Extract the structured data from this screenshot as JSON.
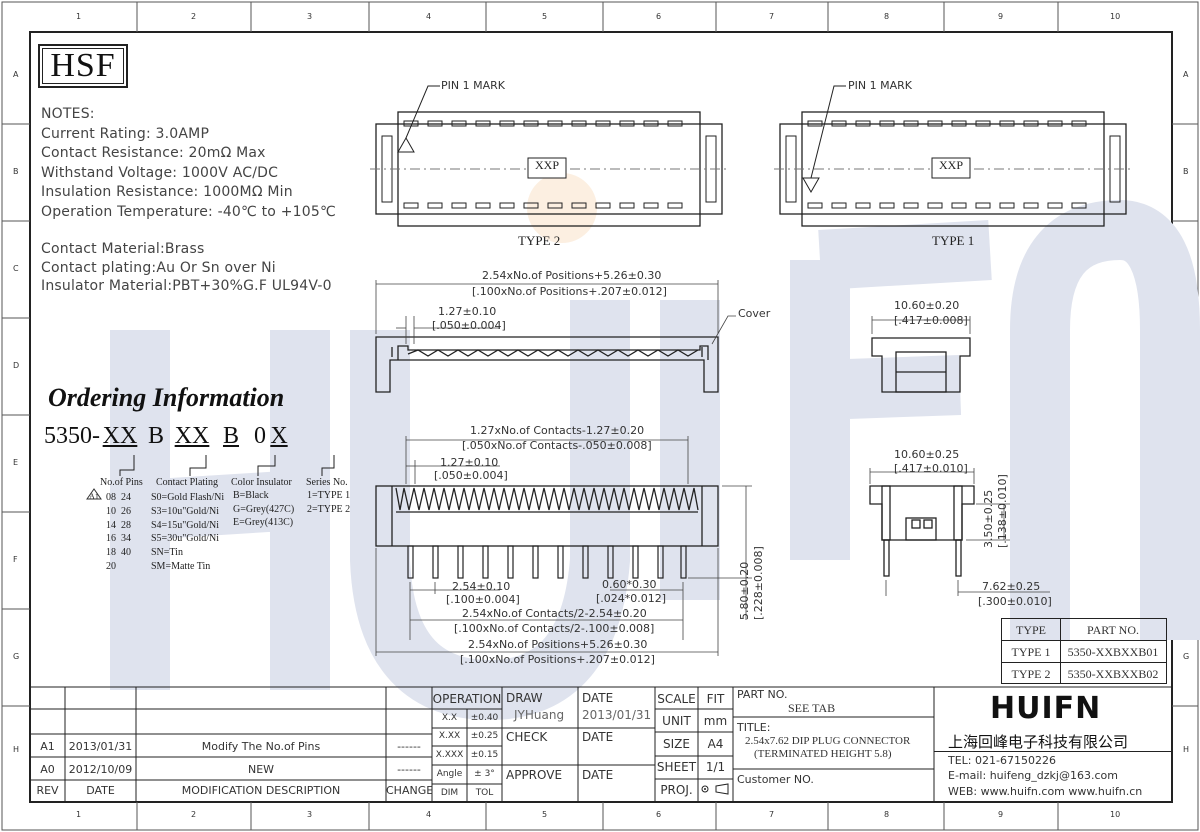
{
  "logo": "HSF",
  "grid": {
    "cols": [
      "1",
      "2",
      "3",
      "4",
      "5",
      "6",
      "7",
      "8",
      "9",
      "10"
    ],
    "rows": [
      "A",
      "B",
      "C",
      "D",
      "E",
      "F",
      "G",
      "H"
    ]
  },
  "notes": {
    "lines": [
      "NOTES:",
      "Current Rating: 3.0AMP",
      "Contact Resistance: 20mΩ Max",
      "Withstand Voltage: 1000V AC/DC",
      "Insulation Resistance: 1000MΩ Min",
      "Operation Temperature: -40℃ to +105℃"
    ],
    "materials": [
      "Contact Material:Brass",
      "Contact plating:Au Or Sn over Ni",
      "Insulator Material:PBT+30%G.F UL94V-0"
    ]
  },
  "ordering": {
    "title": "Ordering Information",
    "code": {
      "prefix": "5350-",
      "p1": "XX",
      "b1": "B",
      "p2": "XX",
      "b2": "B",
      "z": "0",
      "x": "X"
    },
    "pins": {
      "title": "No.of Pins",
      "mark": "A1",
      "rows": [
        "08  24",
        "10  26",
        "14  28",
        "16  34",
        "18  40",
        "20"
      ]
    },
    "plating": {
      "title": "Contact Plating",
      "rows": [
        "S0=Gold Flash/Ni",
        "S3=10u\"Gold/Ni",
        "S4=15u\"Gold/Ni",
        "S5=30u\"Gold/Ni",
        "SN=Tin",
        "SM=Matte Tin"
      ]
    },
    "color": {
      "title": "Color Insulator",
      "rows": [
        "B=Black",
        "G=Grey(427C)",
        "E=Grey(413C)"
      ]
    },
    "series": {
      "title": "Series No.",
      "rows": [
        "1=TYPE 1",
        "2=TYPE 2"
      ]
    }
  },
  "views": {
    "pin_mark": "PIN  1  MARK",
    "part_label": "XXP",
    "type2": "TYPE  2",
    "type1": "TYPE  1",
    "cover": "Cover"
  },
  "dims": {
    "top_overall": "2.54xNo.of Positions+5.26±0.30",
    "top_overall_in": "[.100xNo.of Positions+.207±0.012]",
    "top_pitch": "1.27±0.10",
    "top_pitch_in": "[.050±0.004]",
    "side_top": "10.60±0.20",
    "side_top_in": "[.417±0.008]",
    "contacts": "1.27xNo.of Contacts-1.27±0.20",
    "contacts_in": "[.050xNo.of Contacts-.050±0.008]",
    "mid_pitch": "1.27±0.10",
    "mid_pitch_in": "[.050±0.004]",
    "side_mid": "10.60±0.25",
    "side_mid_in": "[.417±0.010]",
    "side_h": "3.50±0.25",
    "side_h_in": "[.138±0.010]",
    "height": "5.80±0.20",
    "height_in": "[.228±0.008]",
    "pin_pitch": "2.54±0.10",
    "pin_pitch_in": "[.100±0.004]",
    "pin_w": "0.60*0.30",
    "pin_w_in": "[.024*0.012]",
    "half": "2.54xNo.of Contacts/2-2.54±0.20",
    "half_in": "[.100xNo.of Contacts/2-.100±0.008]",
    "bot_overall": "2.54xNo.of Positions+5.26±0.30",
    "bot_overall_in": "[.100xNo.of Positions+.207±0.012]",
    "row_space": "7.62±0.25",
    "row_space_in": "[.300±0.010]"
  },
  "type_table": {
    "headers": [
      "TYPE",
      "PART NO."
    ],
    "rows": [
      [
        "TYPE 1",
        "5350-XXBXXB01"
      ],
      [
        "TYPE 2",
        "5350-XXBXXB02"
      ]
    ]
  },
  "title_block": {
    "rev_rows": [
      {
        "rev": "A1",
        "date": "2013/01/31",
        "desc": "Modify The No.of Pins",
        "change": "------"
      },
      {
        "rev": "A0",
        "date": "2012/10/09",
        "desc": "NEW",
        "change": "------"
      }
    ],
    "rev_headers": {
      "rev": "REV",
      "date": "DATE",
      "desc": "MODIFICATION  DESCRIPTION",
      "change": "CHANGE"
    },
    "operation": "OPERATION",
    "tol": [
      [
        "X.X",
        "±0.40"
      ],
      [
        "X.XX",
        "±0.25"
      ],
      [
        "X.XXX",
        "±0.15"
      ],
      [
        "Angle",
        "± 3°"
      ]
    ],
    "tol_footer": [
      "DIM",
      "TOL"
    ],
    "draw_label": "DRAW",
    "draw_name": "JYHuang",
    "check_label": "CHECK",
    "approve_label": "APPROVE",
    "date_label": "DATE",
    "draw_date": "2013/01/31",
    "scale_label": "SCALE",
    "fit_label": "FIT",
    "unit_label": "UNIT",
    "unit": "mm",
    "size_label": "SIZE",
    "size": "A4",
    "sheet_label": "SHEET",
    "sheet": "1/1",
    "proj_label": "PROJ.",
    "part_label": "PART NO.",
    "part_value": "SEE TAB",
    "title_label": "TITLE:",
    "title_1": "2.54x7.62 DIP PLUG CONNECTOR",
    "title_2": "(TERMINATED HEIGHT 5.8)",
    "customer_label": "Customer NO.",
    "company_logo": "HUIFN",
    "company_cn": "上海回峰电子科技有限公司",
    "tel": "TEL: 021-67150226",
    "email": "E-mail: huifeng_dzkj@163.com",
    "web": "WEB: www.huifn.com   www.huifn.cn"
  },
  "watermark": "HUIFN"
}
